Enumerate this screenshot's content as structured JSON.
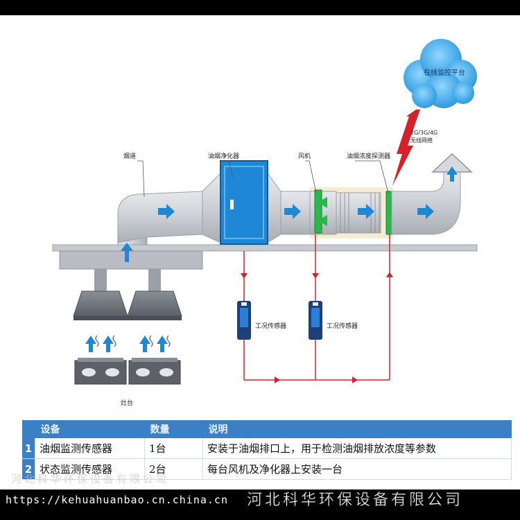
{
  "labels": {
    "duct": "烟道",
    "purifier": "油烟净化器",
    "fan": "风机",
    "detector": "油烟浓度探测器",
    "sensor_1": "工况传感器",
    "sensor_2": "工况传感器",
    "stove": "灶台",
    "cloud": "在线监控平台",
    "wireless_line1": "2G/3G/4G",
    "wireless_line2": "无线网络"
  },
  "table": {
    "headers": [
      "设备",
      "数量",
      "说明"
    ],
    "rows": [
      {
        "index": "1",
        "device": "油烟监测传感器",
        "qty": "1台",
        "desc": "安装于油烟排口上，用于检测油烟排放浓度等参数"
      },
      {
        "index": "2",
        "device": "状态监测传感器",
        "qty": "2台",
        "desc": "每台风机及净化器上安装一台"
      }
    ]
  },
  "watermarks": {
    "left": "河北科华环保设备有限公司",
    "url": "https://kehuahuanbao.cn.china.cn",
    "company": "河北科华环保设备有限公司"
  },
  "colors": {
    "accent_blue": "#1e88d6",
    "duct_gray": "#c9cdd2",
    "flow_red": "#d8202a",
    "table_header": "#3b7fc4",
    "cloud_blue": "#2aa6e8"
  }
}
